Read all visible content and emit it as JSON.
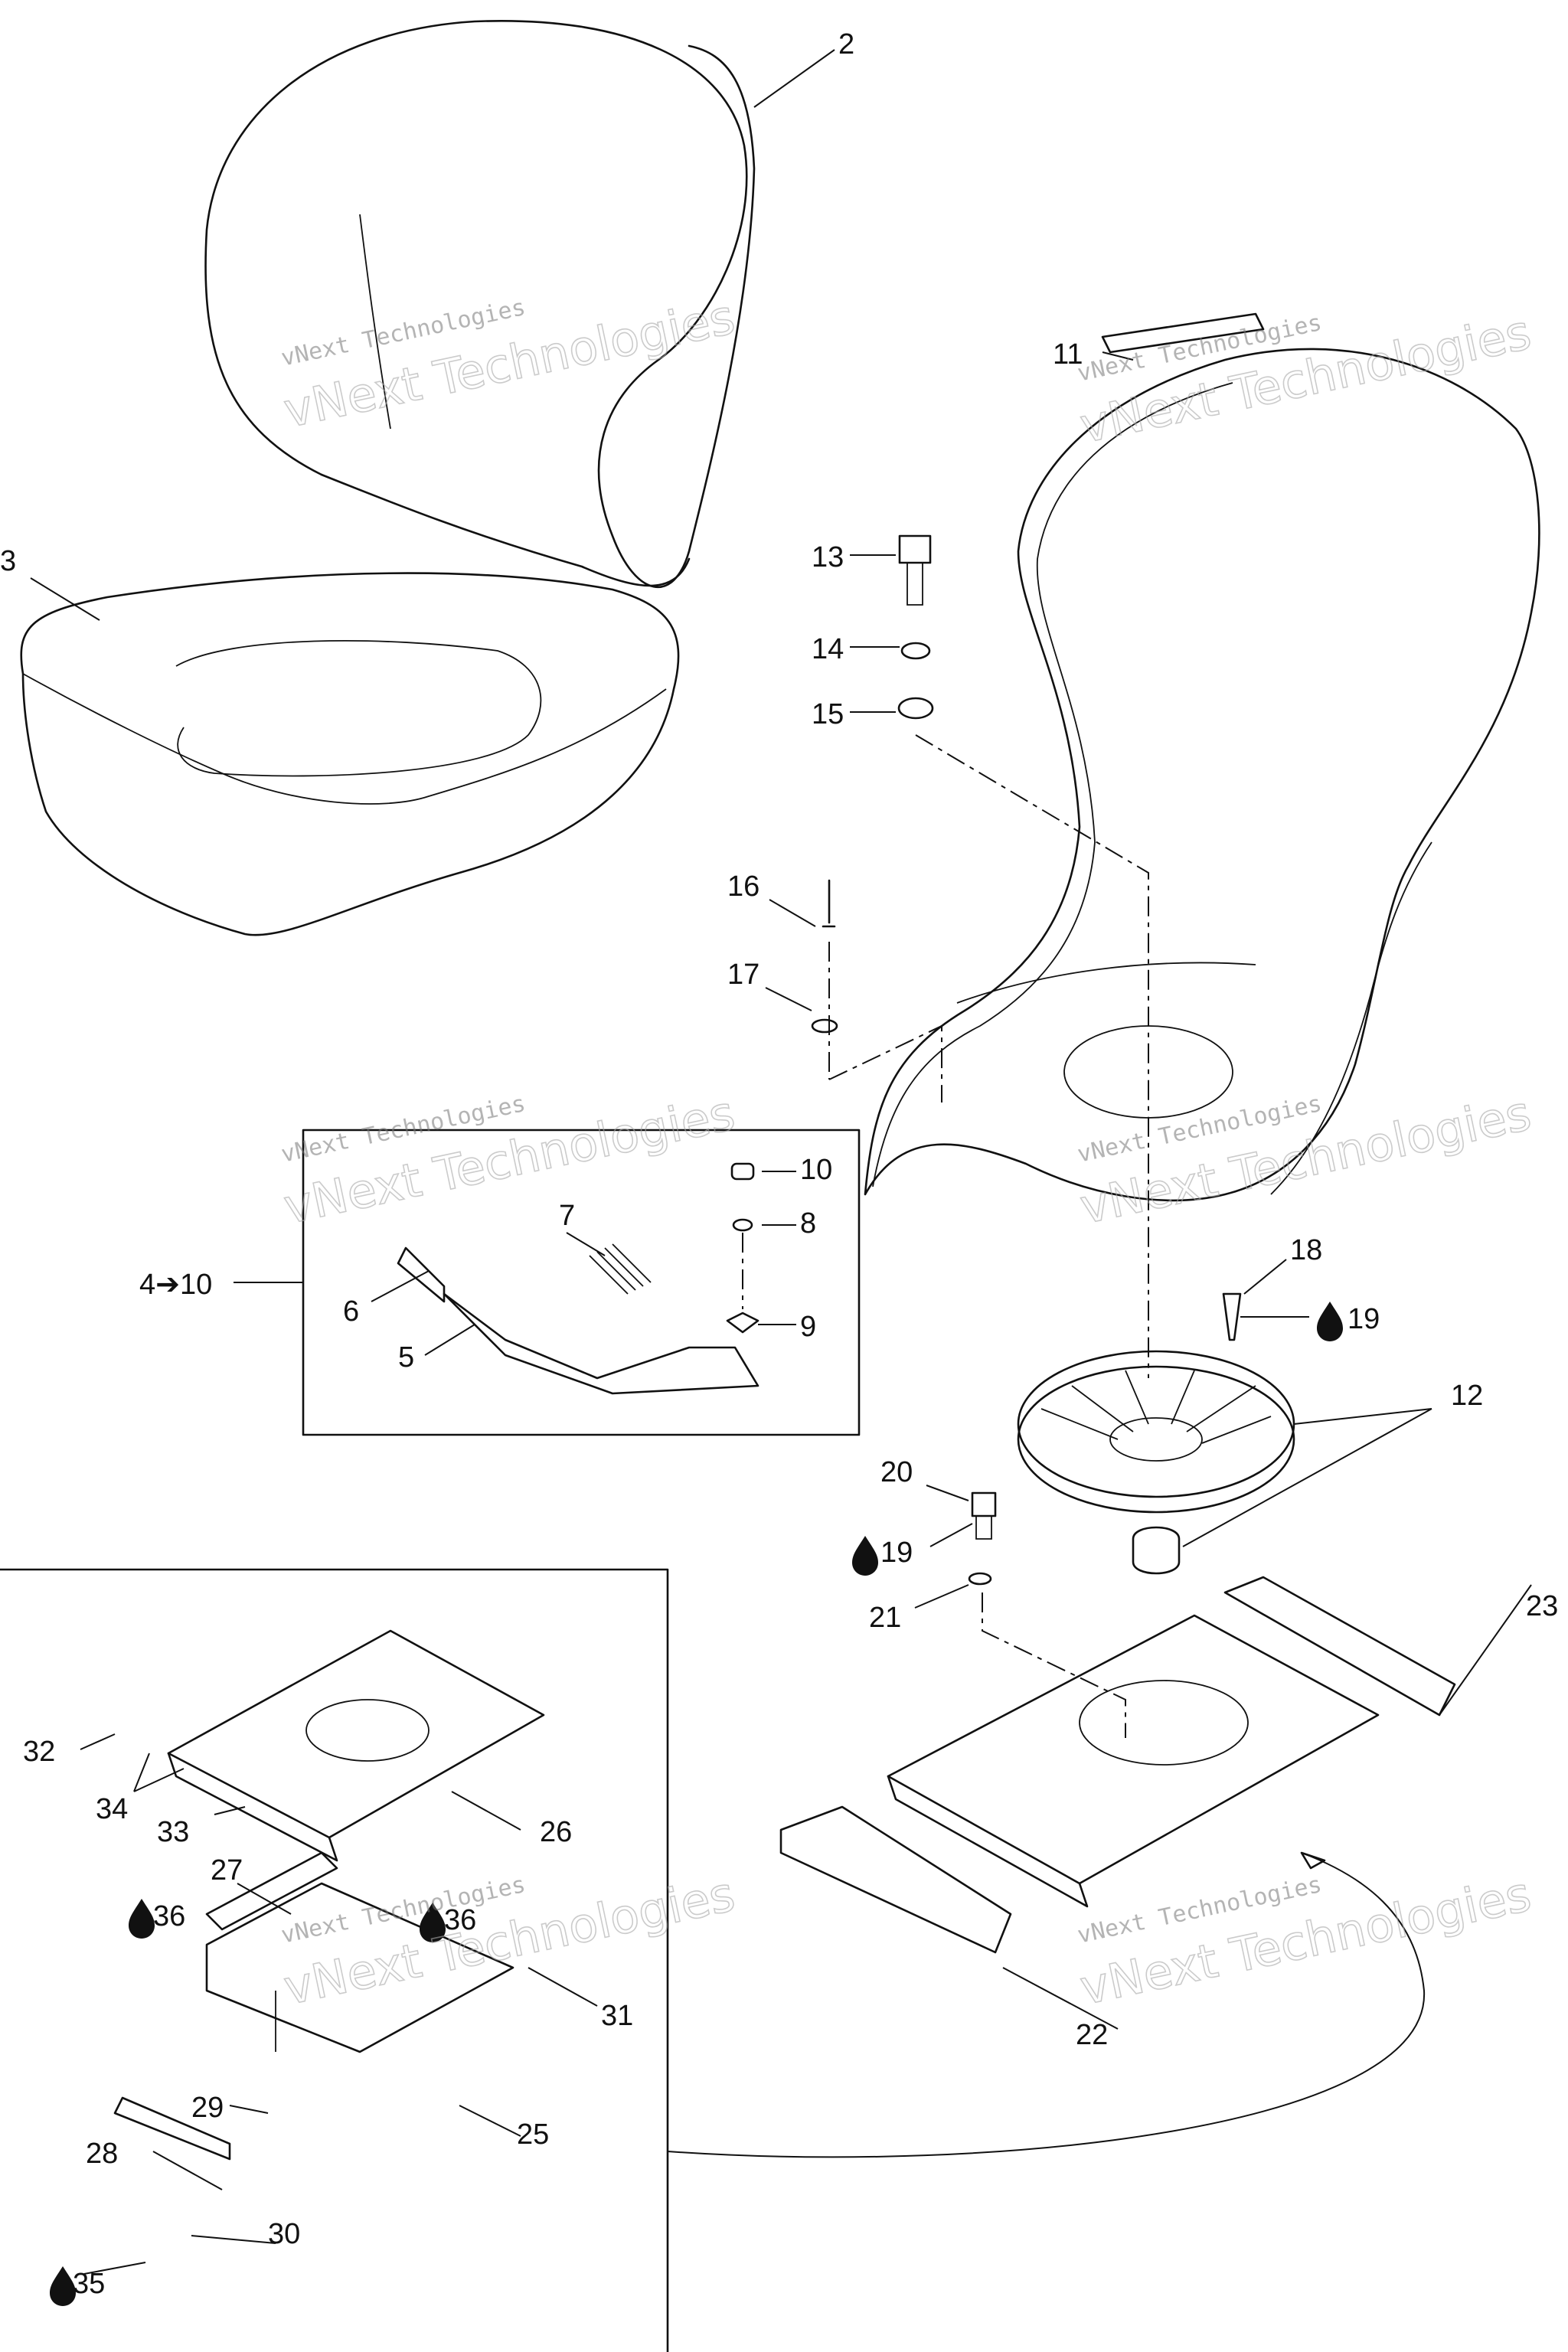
{
  "watermark": {
    "line1": "vNext Technologies",
    "line2": "vNext Technologies"
  },
  "callouts": {
    "c2": "2",
    "c3": "3",
    "c4_10": "4➔10",
    "c5": "5",
    "c6": "6",
    "c7": "7",
    "c8": "8",
    "c9": "9",
    "c10": "10",
    "c11": "11",
    "c12": "12",
    "c13": "13",
    "c14": "14",
    "c15": "15",
    "c16": "16",
    "c17": "17",
    "c18": "18",
    "c19a": "19",
    "c19b": "19",
    "c20": "20",
    "c21": "21",
    "c22": "22",
    "c23": "23",
    "c25": "25",
    "c26": "26",
    "c27": "27",
    "c28": "28",
    "c29": "29",
    "c30": "30",
    "c31": "31",
    "c32": "32",
    "c33": "33",
    "c34": "34",
    "c35": "35",
    "c36a": "36",
    "c36b": "36"
  },
  "icons": {
    "lubricant": "oil-drop-icon"
  }
}
